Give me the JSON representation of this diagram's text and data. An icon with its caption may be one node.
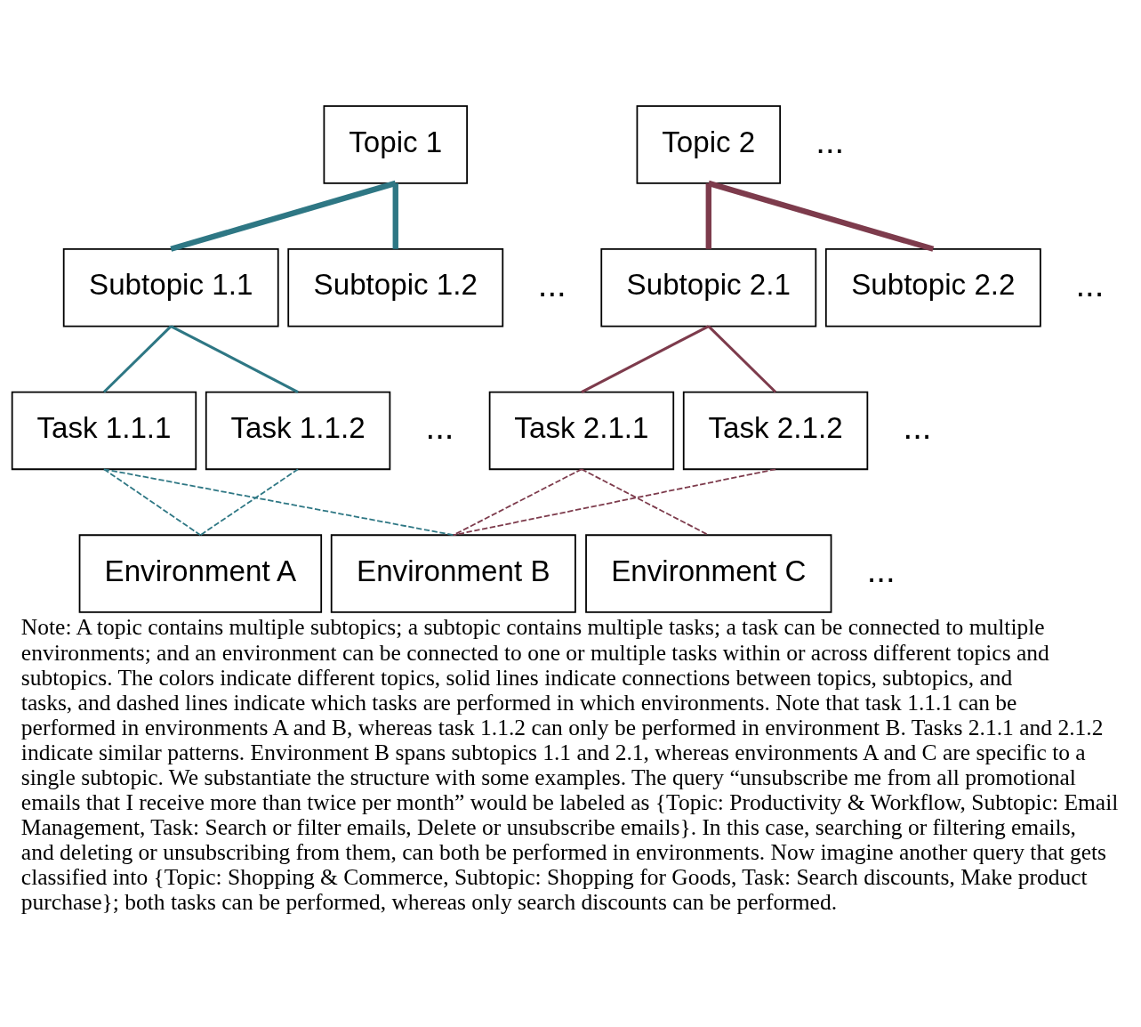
{
  "diagram": {
    "caption": "Note: A topic contains multiple subtopics; a subtopic contains multiple tasks; a task can be connected to multiple environments; and an environment can be connected to one or multiple tasks within or across different topics and subtopics. The colors indicate different topics, solid lines indicate connections between topics, subtopics, and tasks, and dashed lines indicate which tasks are performed in which environments. Note that task 1.1.1 can be performed in environments A and B, whereas task 1.1.2 can only be performed in environment B. Tasks 2.1.1 and 2.1.2 indicate similar patterns. Environment B spans subtopics 1.1 and 2.1, whereas environments A and C are specific to a single subtopic. We substantiate the structure with some examples. The query “unsubscribe me from all promotional emails that I receive more than twice per month” would be labeled as {Topic: Productivity & Workflow, Subtopic: Email Management, Task: Search or filter emails, Delete or unsubscribe emails}. In this case, searching or filtering emails, and deleting or unsubscribing from them, can both be performed in environments. Now imagine another query that gets classified into {Topic: Shopping & Commerce, Subtopic: Shopping for Goods, Task: Search discounts, Make product purchase}; both tasks can be performed, whereas only search discounts can be performed.",
    "nodes": [
      {
        "text": [
          "Topic 1"
        ]
      },
      {
        "text": [
          "Topic 2"
        ]
      },
      {
        "text": [
          "Subtopic 1.1"
        ]
      },
      {
        "text": [
          "Subtopic 1.2"
        ]
      },
      {
        "text": [
          "Subtopic 2.1"
        ]
      },
      {
        "text": [
          "Subtopic 2.2"
        ]
      },
      {
        "text": [
          "Task 1.1.1"
        ]
      },
      {
        "text": [
          "Task 1.1.2"
        ]
      },
      {
        "text": [
          "Task 2.1.1"
        ]
      },
      {
        "text": [
          "Task 2.1.2"
        ]
      },
      {
        "text": [
          "Environment A"
        ]
      },
      {
        "text": [
          "Environment B"
        ]
      },
      {
        "text": [
          "Environment C"
        ]
      }
    ],
    "edges": [
      {
        "from": 0,
        "to": 2,
        "arrow": "none",
        "style": "thick",
        "color": "#2e7784"
      },
      {
        "from": 0,
        "to": 3,
        "arrow": "none",
        "style": "thick",
        "color": "#2e7784"
      },
      {
        "from": 1,
        "to": 4,
        "arrow": "none",
        "style": "thick",
        "color": "#7d3b4c"
      },
      {
        "from": 1,
        "to": 5,
        "arrow": "none",
        "style": "thick",
        "color": "#7d3b4c"
      },
      {
        "from": 2,
        "to": 6,
        "arrow": "none",
        "color": "#2e7784"
      },
      {
        "from": 2,
        "to": 7,
        "arrow": "none",
        "color": "#2e7784"
      },
      {
        "from": 4,
        "to": 8,
        "arrow": "none",
        "color": "#7d3b4c"
      },
      {
        "from": 4,
        "to": 9,
        "arrow": "none",
        "color": "#7d3b4c"
      },
      {
        "from": 6,
        "to": 10,
        "arrow": "none",
        "style": "dashed",
        "color": "#2e7784"
      },
      {
        "from": 7,
        "to": 10,
        "arrow": "none",
        "style": "dashed",
        "color": "#2e7784"
      },
      {
        "from": 6,
        "to": 11,
        "arrow": "none",
        "style": "dashed",
        "color": "#2e7784"
      },
      {
        "from": 8,
        "to": 11,
        "arrow": "none",
        "style": "dashed",
        "color": "#7d3b4c"
      },
      {
        "from": 9,
        "to": 11,
        "arrow": "none",
        "style": "dashed",
        "color": "#7d3b4c"
      },
      {
        "from": 8,
        "to": 12,
        "arrow": "none",
        "style": "dashed",
        "color": "#7d3b4c"
      }
    ],
    "labels": [
      "...",
      "...",
      "...",
      "...",
      "...",
      "..."
    ]
  }
}
